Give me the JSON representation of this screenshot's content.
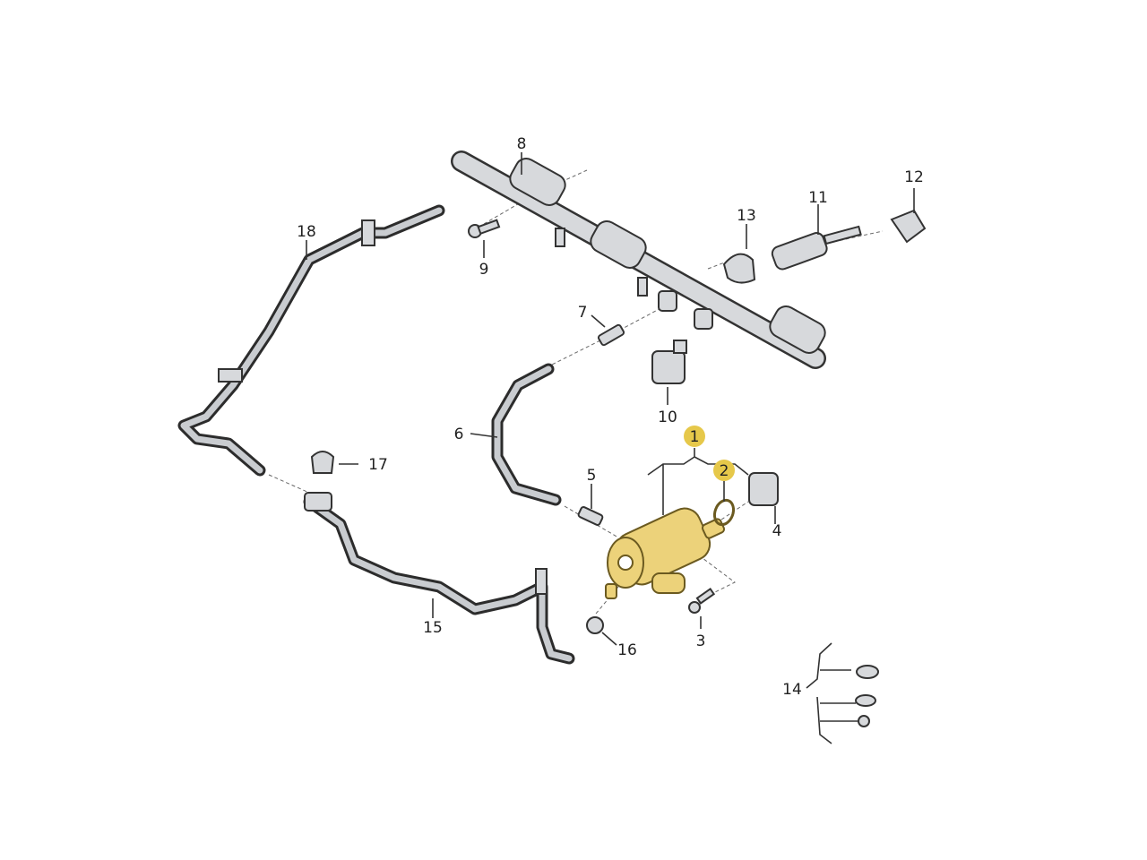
{
  "diagram": {
    "callouts": [
      "1",
      "2",
      "3",
      "4",
      "5",
      "6",
      "7",
      "8",
      "9",
      "10",
      "11",
      "12",
      "13",
      "14",
      "15",
      "16",
      "17",
      "18"
    ],
    "highlighted_callouts": [
      "1",
      "2"
    ],
    "colors": {
      "highlight": "#e6c84a",
      "highlighted_part": "#ecd27a",
      "parts": "#d7d9dc",
      "outline": "#333333"
    }
  }
}
